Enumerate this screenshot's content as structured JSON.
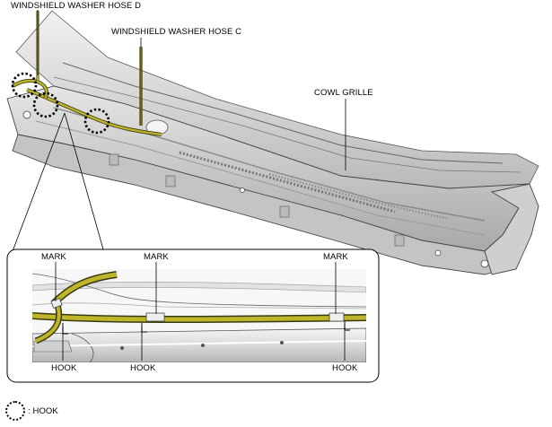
{
  "labels": {
    "hose_d": "WINDSHIELD WASHER HOSE D",
    "hose_c": "WINDSHIELD WASHER HOSE C",
    "cowl_grille": "COWL GRILLE",
    "mark_1": "MARK",
    "mark_2": "MARK",
    "mark_3": "MARK",
    "hook_1": "HOOK",
    "hook_2": "HOOK",
    "hook_3": "HOOK"
  },
  "legend": {
    "text": ": HOOK",
    "icon": "dotted-circle-icon"
  },
  "colors": {
    "hose": "#bfb52a",
    "hose_outline": "#3a3a10",
    "part_fill": "#dcdcdc",
    "line": "#000000"
  }
}
